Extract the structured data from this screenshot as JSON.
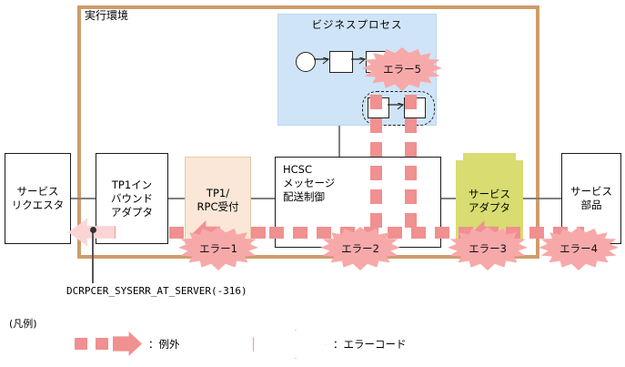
{
  "diagram": {
    "exec_environment_label": "実行環境",
    "business_process": {
      "title": "ビジネスプロセス"
    },
    "nodes": [
      {
        "id": "service-requester",
        "label": "サービス\nリクエスタ"
      },
      {
        "id": "tp1-inbound-adapter",
        "label": "TP1イン\nバウンド\nアダプタ"
      },
      {
        "id": "tp1-rpc-receiver",
        "label": "TP1/\nRPC受付"
      },
      {
        "id": "hcsc-message-delivery-control",
        "label": "HCSC\nメッセージ\n配送制御"
      },
      {
        "id": "service-adapter",
        "label": "サービス\nアダプタ"
      },
      {
        "id": "service-parts",
        "label": "サービス\n部品"
      }
    ],
    "error_bursts": [
      {
        "id": "error-1",
        "label": "エラー1"
      },
      {
        "id": "error-2",
        "label": "エラー2"
      },
      {
        "id": "error-3",
        "label": "エラー3"
      },
      {
        "id": "error-4",
        "label": "エラー4"
      },
      {
        "id": "error-5",
        "label": "エラー5"
      }
    ],
    "error_code_annotation": "DCRPCER_SYSERR_AT_SERVER(-316)",
    "legend": {
      "title": "(凡例)",
      "exception_label": "：例外",
      "error_code_label": "：エラーコード"
    },
    "colors": {
      "exec_env_border": "#cf9c6b",
      "business_process_fill": "#cfe4f7",
      "tp1_rpc_fill": "#fae7d7",
      "service_adapter_fill": "#d8dc71",
      "exception_pink": "#f09090",
      "burst_fill": "#f7a9a9",
      "error_code_arrow": "#ef9a9a",
      "connector_grey": "#808080"
    }
  }
}
